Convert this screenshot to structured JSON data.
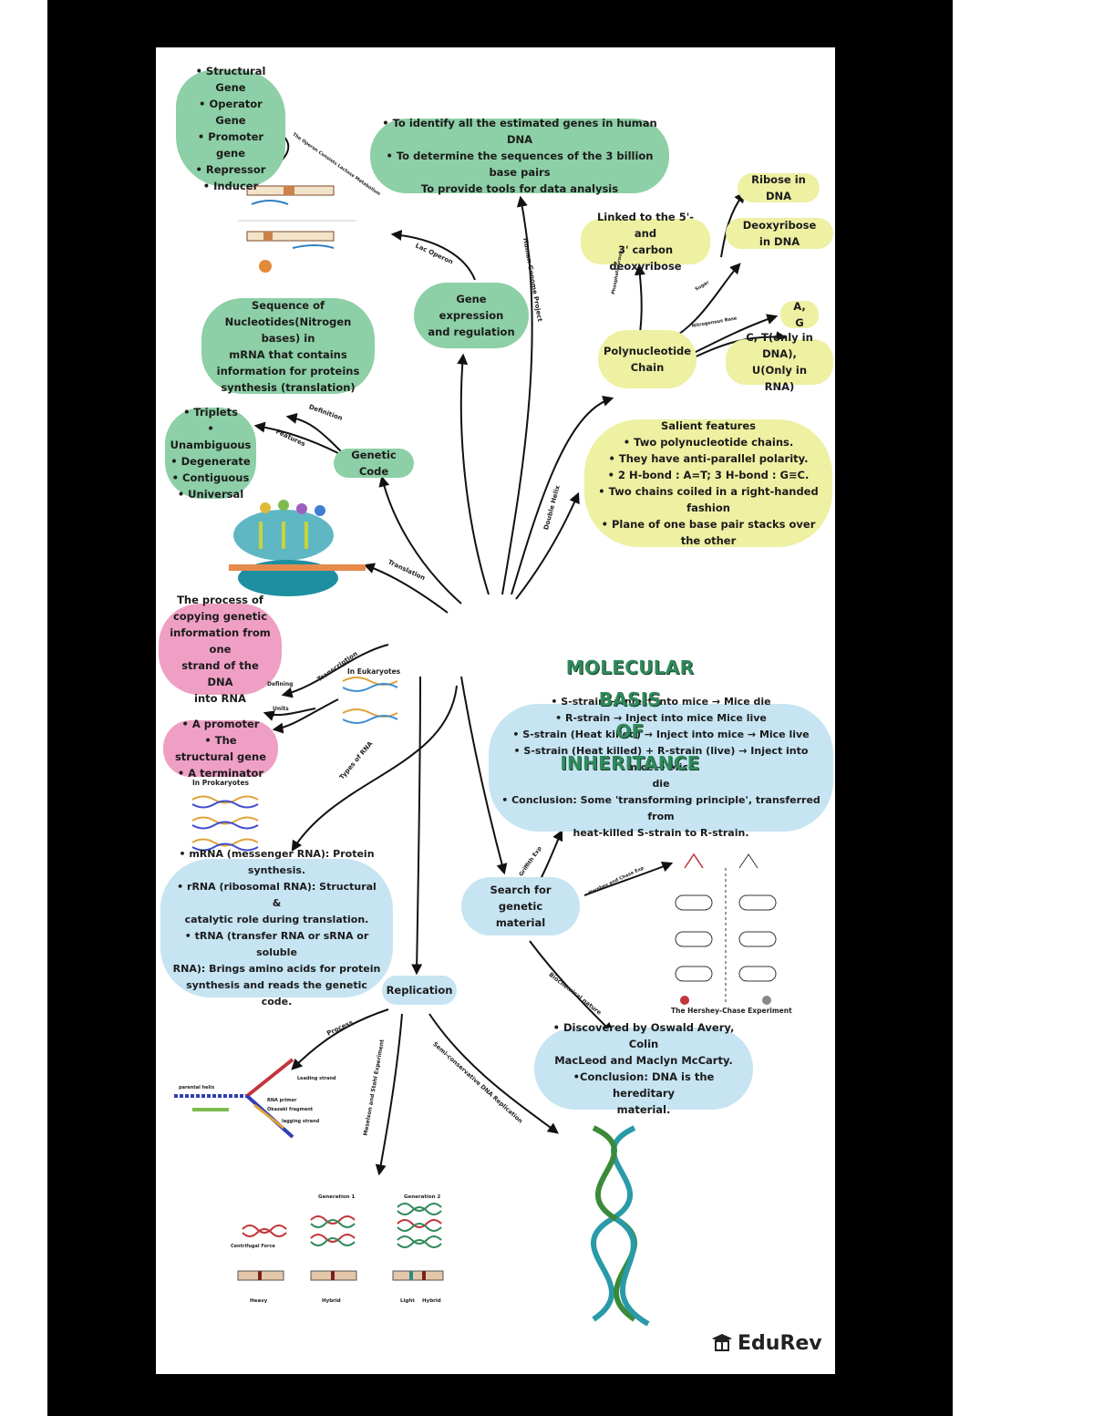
{
  "title": [
    "MOLECULAR BASIS",
    "OF INHERITANCE"
  ],
  "nodes": {
    "operon_components": "• Structural Gene\n• Operator Gene\n• Promoter gene\n• Repressor\n• Inducer",
    "hgp_goals": "• To identify all the estimated genes in human DNA\n• To determine the sequences of the 3 billion base pairs\nTo provide tools for data analysis",
    "ribose": "Ribose in DNA",
    "deoxyribose": "Deoxyribose in DNA",
    "linked_carbon": "Linked to the 5'- and\n3' carbon deoxyribose",
    "gene_expression": "Gene expression\nand regulation",
    "polynucleotide": "Polynucleotide\nChain",
    "ag": "A, G",
    "ctu": "C, T(only in DNA),\nU(Only in RNA)",
    "codon_definition": "Sequence of\nNucleotides(Nitrogen bases) in\nmRNA that contains\ninformation for proteins\nsynthesis (translation)",
    "code_features": "• Triplets\n• Unambiguous\n• Degenerate\n• Contiguous\n• Universal",
    "genetic_code": "Genetic Code",
    "salient_features": "Salient features\n• Two polynucleotide chains.\n• They have anti-parallel polarity.\n• 2 H-bond : A=T; 3 H-bond : G≡C.\n• Two chains coiled in a right-handed fashion\n• Plane of one base pair stacks over the other",
    "transcription_def": "The process of\ncopying genetic\ninformation from one\nstrand of the DNA\ninto RNA",
    "transcription_units": "• A promoter\n• The structural gene\n• A terminator",
    "griffith": "• S-strain → Inject into mice → Mice die\n• R-strain → Inject into mice    Mice live\n• S-strain (Heat killed)  → Inject into mice →  Mice live\n• S-strain (Heat killed) + R-strain (live)  → Inject into mice → Mice\ndie\n• Conclusion: Some 'transforming principle', transferred from\nheat-killed S-strain to R-strain.",
    "rna_types": "• mRNA (messenger RNA): Protein\nsynthesis.\n• rRNA (ribosomal RNA): Structural &\ncatalytic role during translation.\n• tRNA (transfer RNA or sRNA or soluble\nRNA): Brings amino acids for protein\nsynthesis and reads the genetic code.",
    "search": "Search for genetic\nmaterial",
    "replication": "Replication",
    "avery": "• Discovered by Oswald Avery, Colin\nMacLeod and Maclyn McCarty.\n•Conclusion: DNA is the hereditary\nmaterial."
  },
  "edge_labels": {
    "lac_operon": "Lac Operon",
    "operon_components": "The Operon Consists\nLactose Metabolism",
    "hgp": "Human Genome Project",
    "sugar": "Sugar",
    "phosphate": "Phosphate Group",
    "nitrogenous": "Nitrogenous Base",
    "double_helix": "Double Helix",
    "definition": "Definition",
    "features": "Features",
    "translation": "Translation",
    "transcription": "Transcription",
    "defining": "Defining",
    "units": "Units",
    "types_rna": "Types of RNA",
    "griffith": "Griffith Exp",
    "hershey": "Hershey and Chase Exp",
    "biochemical": "Biochemical nature",
    "process": "Process",
    "meselson": "Meselson and Stahl Experiment",
    "semi": "Semi-conservative DNA Replication"
  },
  "figure_labels": {
    "in_eukaryotes": "In Eukaryotes",
    "in_prokaryotes": "In Prokaryotes",
    "hershey_caption": "The Hershey-Chase Experiment",
    "generation1": "Generation 1",
    "generation2": "Generation 2",
    "heavy": "Heavy",
    "hybrid": "Hybrid",
    "light": "Light",
    "hybrid2": "Hybrid",
    "leading": "Leading strand",
    "lagging": "lagging strand",
    "parental": "parental helix",
    "rna_primer": "RNA primer",
    "okazaki": "Okazaki fragment",
    "eco": "Centrifugal Force"
  },
  "brand": "EduRev"
}
